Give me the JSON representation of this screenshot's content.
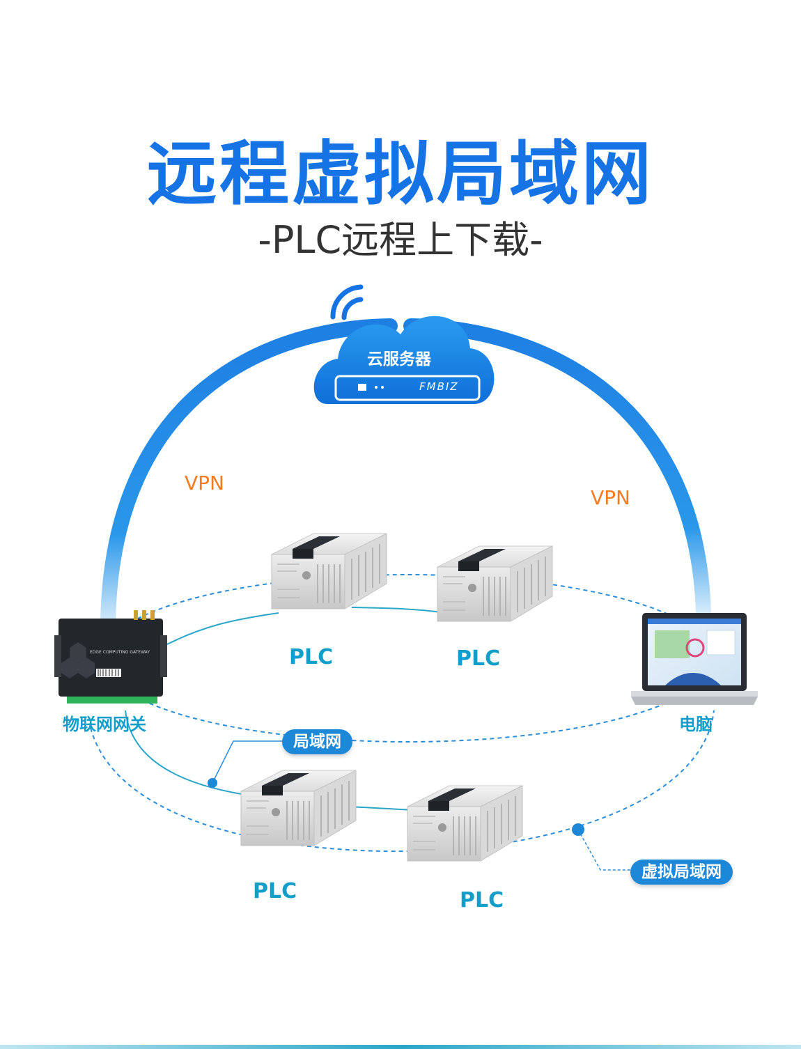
{
  "header": {
    "title": "远程虚拟局域网",
    "subtitle": "-PLC远程上下载-"
  },
  "cloud": {
    "label": "云服务器",
    "brand": "FMBIZ"
  },
  "links": {
    "vpn_left": "VPN",
    "vpn_right": "VPN"
  },
  "nodes": {
    "gateway_label": "物联网网关",
    "gateway_text": "EDGE COMPUTING GATEWAY",
    "computer_label": "电脑"
  },
  "plcs": [
    {
      "label": "PLC"
    },
    {
      "label": "PLC"
    },
    {
      "label": "PLC"
    },
    {
      "label": "PLC"
    }
  ],
  "callouts": {
    "lan": "局域网",
    "vlan": "虚拟局域网"
  },
  "colors": {
    "title_blue": "#1573e6",
    "vpn_orange": "#f27c1f",
    "label_teal": "#129ec9",
    "arc_blue": "#1e88e5",
    "pill_blue": "#1e88d8"
  }
}
